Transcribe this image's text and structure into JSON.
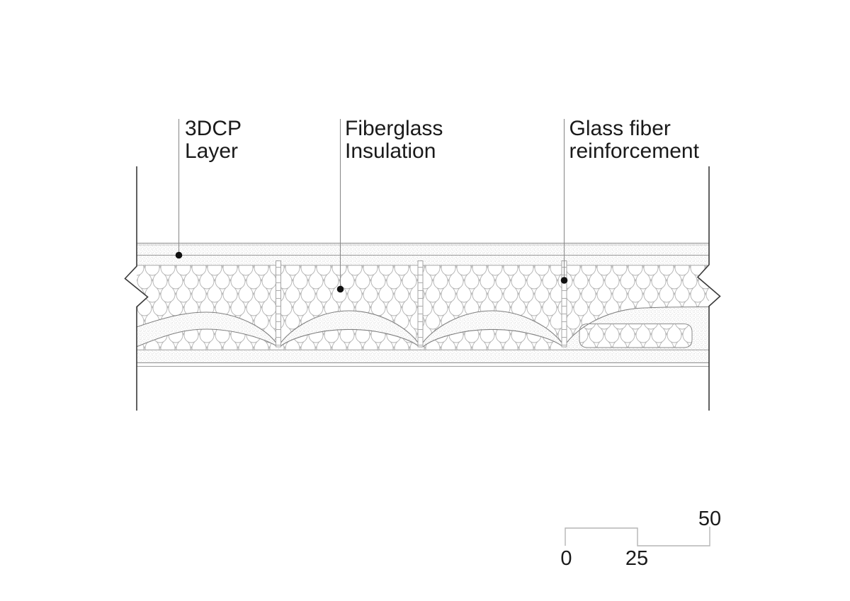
{
  "drawing": {
    "callouts": [
      {
        "name": "3dcp-layer",
        "label_line1": "3DCP",
        "label_line2": "Layer"
      },
      {
        "name": "fiberglass-insulation",
        "label_line1": "Fiberglass",
        "label_line2": "Insulation"
      },
      {
        "name": "glass-fiber-reinforcement",
        "label_line1": "Glass fiber",
        "label_line2": "reinforcement"
      }
    ],
    "scale_bar": {
      "start_label": "0",
      "mid_label": "25",
      "end_label": "50"
    }
  },
  "colors": {
    "background": "#ffffff",
    "text": "#1a1a1a",
    "panel_edge": "#3a3a3a",
    "outline": "#8f8f8f",
    "arc_stroke": "#7f7f7f",
    "insulation_stroke": "#b3b3b3",
    "stipple_dot": "#c9c9c9",
    "leader": "#8c8c8c",
    "callout_dot": "#111111",
    "scale_line": "#b5b5b5"
  }
}
